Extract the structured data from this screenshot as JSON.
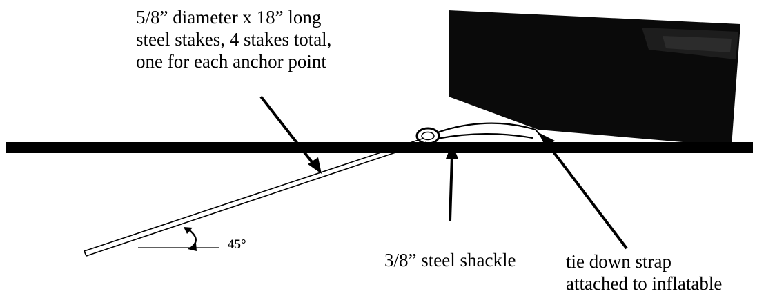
{
  "labels": {
    "stake_line1": "5/8” diameter x 18” long",
    "stake_line2": "steel stakes, 4 stakes total,",
    "stake_line3": "one for each anchor point",
    "angle": "45°",
    "shackle": "3/8” steel shackle",
    "strap_line1": "tie down strap",
    "strap_line2": "attached to inflatable"
  },
  "colors": {
    "ink": "#000000",
    "block": "#0a0a0a",
    "background": "#ffffff"
  }
}
